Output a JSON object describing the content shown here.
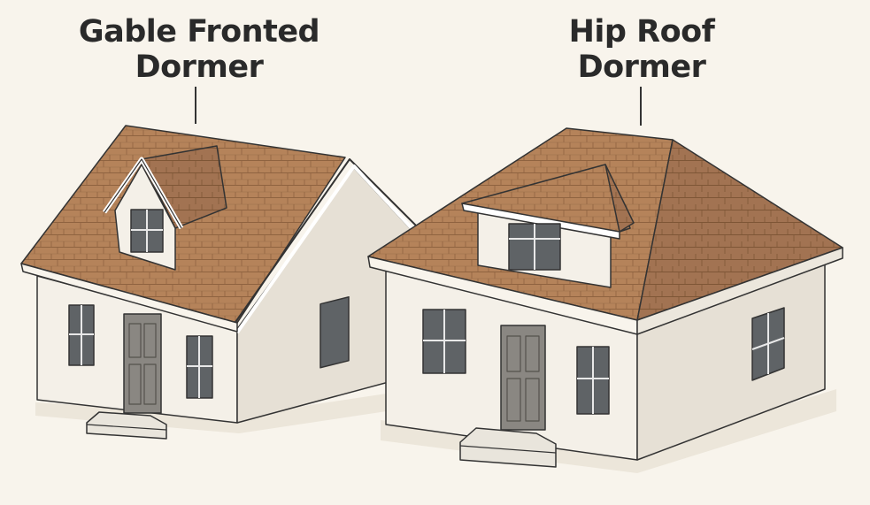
{
  "labels": {
    "left": {
      "line1": "Gable Fronted",
      "line2": "Dormer"
    },
    "right": {
      "line1": "Hip Roof",
      "line2": "Dormer"
    }
  },
  "colors": {
    "background": "#f8f4ec",
    "roof": "#b5835a",
    "roof_dark": "#9c6d47",
    "wall": "#f4f0e8",
    "wall_shade": "#e4ded3",
    "trim": "#ffffff",
    "window": "#5f6366",
    "door": "#8a8782",
    "outline": "#333333"
  }
}
